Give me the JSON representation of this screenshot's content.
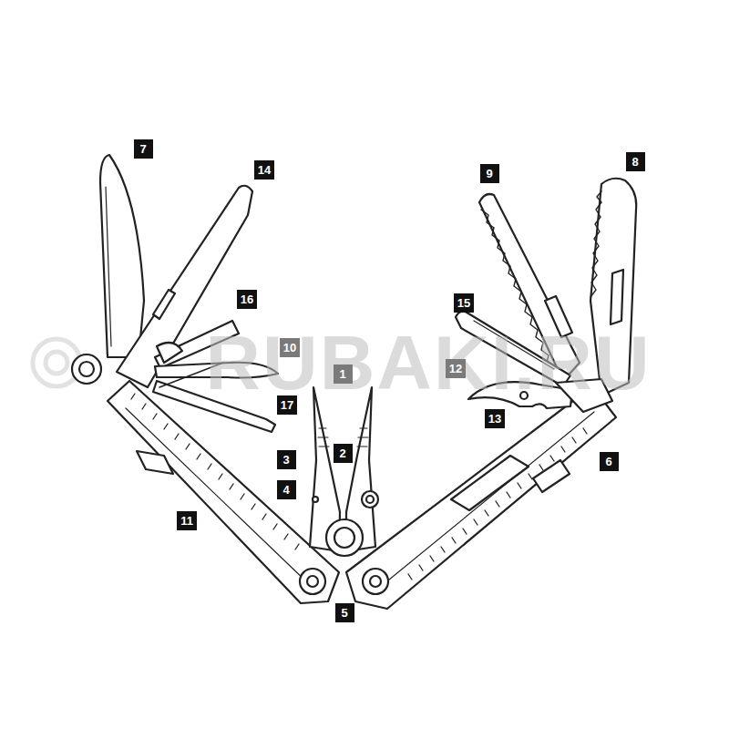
{
  "diagram": {
    "labels": [
      "7",
      "14",
      "9",
      "8",
      "16",
      "15",
      "10",
      "1",
      "12",
      "17",
      "2",
      "3",
      "13",
      "6",
      "4",
      "11",
      "5",
      "RUBAKI.RU"
    ]
  }
}
